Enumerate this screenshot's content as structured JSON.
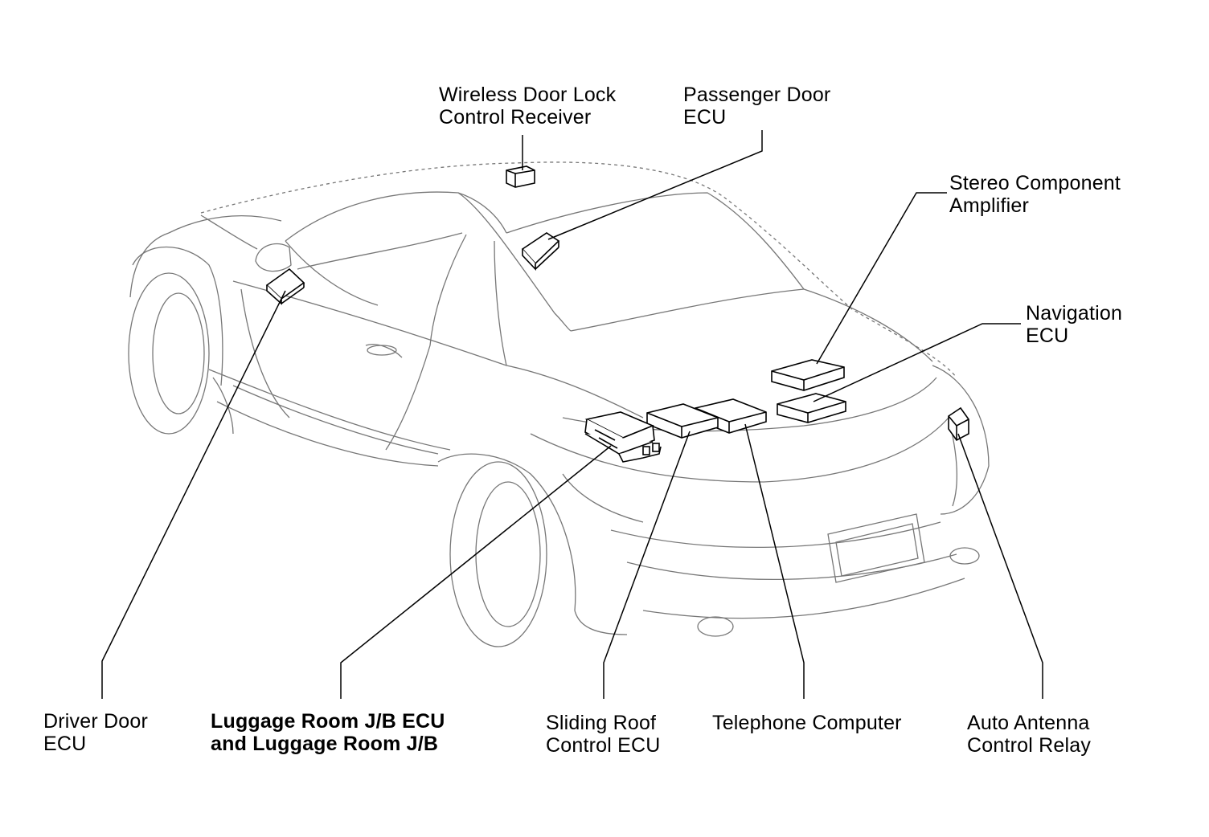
{
  "labels": {
    "wireless": [
      "Wireless Door Lock",
      "Control Receiver"
    ],
    "passenger": [
      "Passenger Door",
      "ECU"
    ],
    "stereo": [
      "Stereo Component",
      "Amplifier"
    ],
    "navigation": [
      "Navigation",
      "ECU"
    ],
    "driver": [
      "Driver Door",
      "ECU"
    ],
    "luggage": [
      "Luggage Room J/B ECU",
      "and Luggage Room J/B"
    ],
    "sliding": [
      "Sliding Roof",
      "Control ECU"
    ],
    "telephone": [
      "Telephone Computer"
    ],
    "antenna": [
      "Auto Antenna",
      "Control Relay"
    ]
  },
  "colors": {
    "line": "#000000",
    "car_outline": "#777777",
    "background": "#ffffff"
  }
}
